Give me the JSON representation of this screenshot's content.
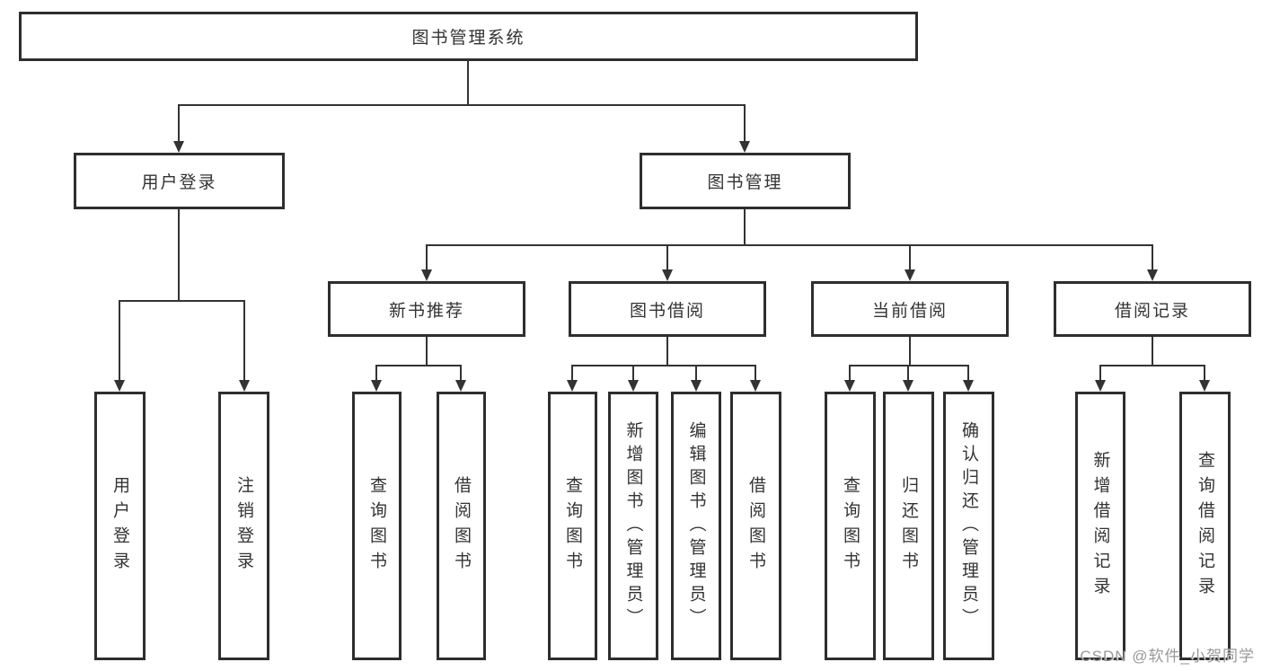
{
  "tree": {
    "root": {
      "label": "图书管理系统"
    },
    "branches": [
      {
        "label": "用户登录",
        "children": [
          {
            "label": "用户登录"
          },
          {
            "label": "注销登录"
          }
        ]
      },
      {
        "label": "图书管理",
        "children": [
          {
            "label": "新书推荐",
            "children": [
              {
                "label": "查询图书"
              },
              {
                "label": "借阅图书"
              }
            ]
          },
          {
            "label": "图书借阅",
            "children": [
              {
                "label": "查询图书"
              },
              {
                "label": "新增图书（管理员）"
              },
              {
                "label": "编辑图书（管理员）"
              },
              {
                "label": "借阅图书"
              }
            ]
          },
          {
            "label": "当前借阅",
            "children": [
              {
                "label": "查询图书"
              },
              {
                "label": "归还图书"
              },
              {
                "label": "确认归还（管理员）"
              }
            ]
          },
          {
            "label": "借阅记录",
            "children": [
              {
                "label": "新增借阅记录"
              },
              {
                "label": "查询借阅记录"
              }
            ]
          }
        ]
      }
    ]
  },
  "watermark": {
    "text": "CSDN @软件_小贺同学"
  },
  "colors": {
    "line": "#333333",
    "box_border": "#2e2e2e",
    "text": "#333333",
    "watermark": "#949494",
    "background": "#ffffff"
  }
}
